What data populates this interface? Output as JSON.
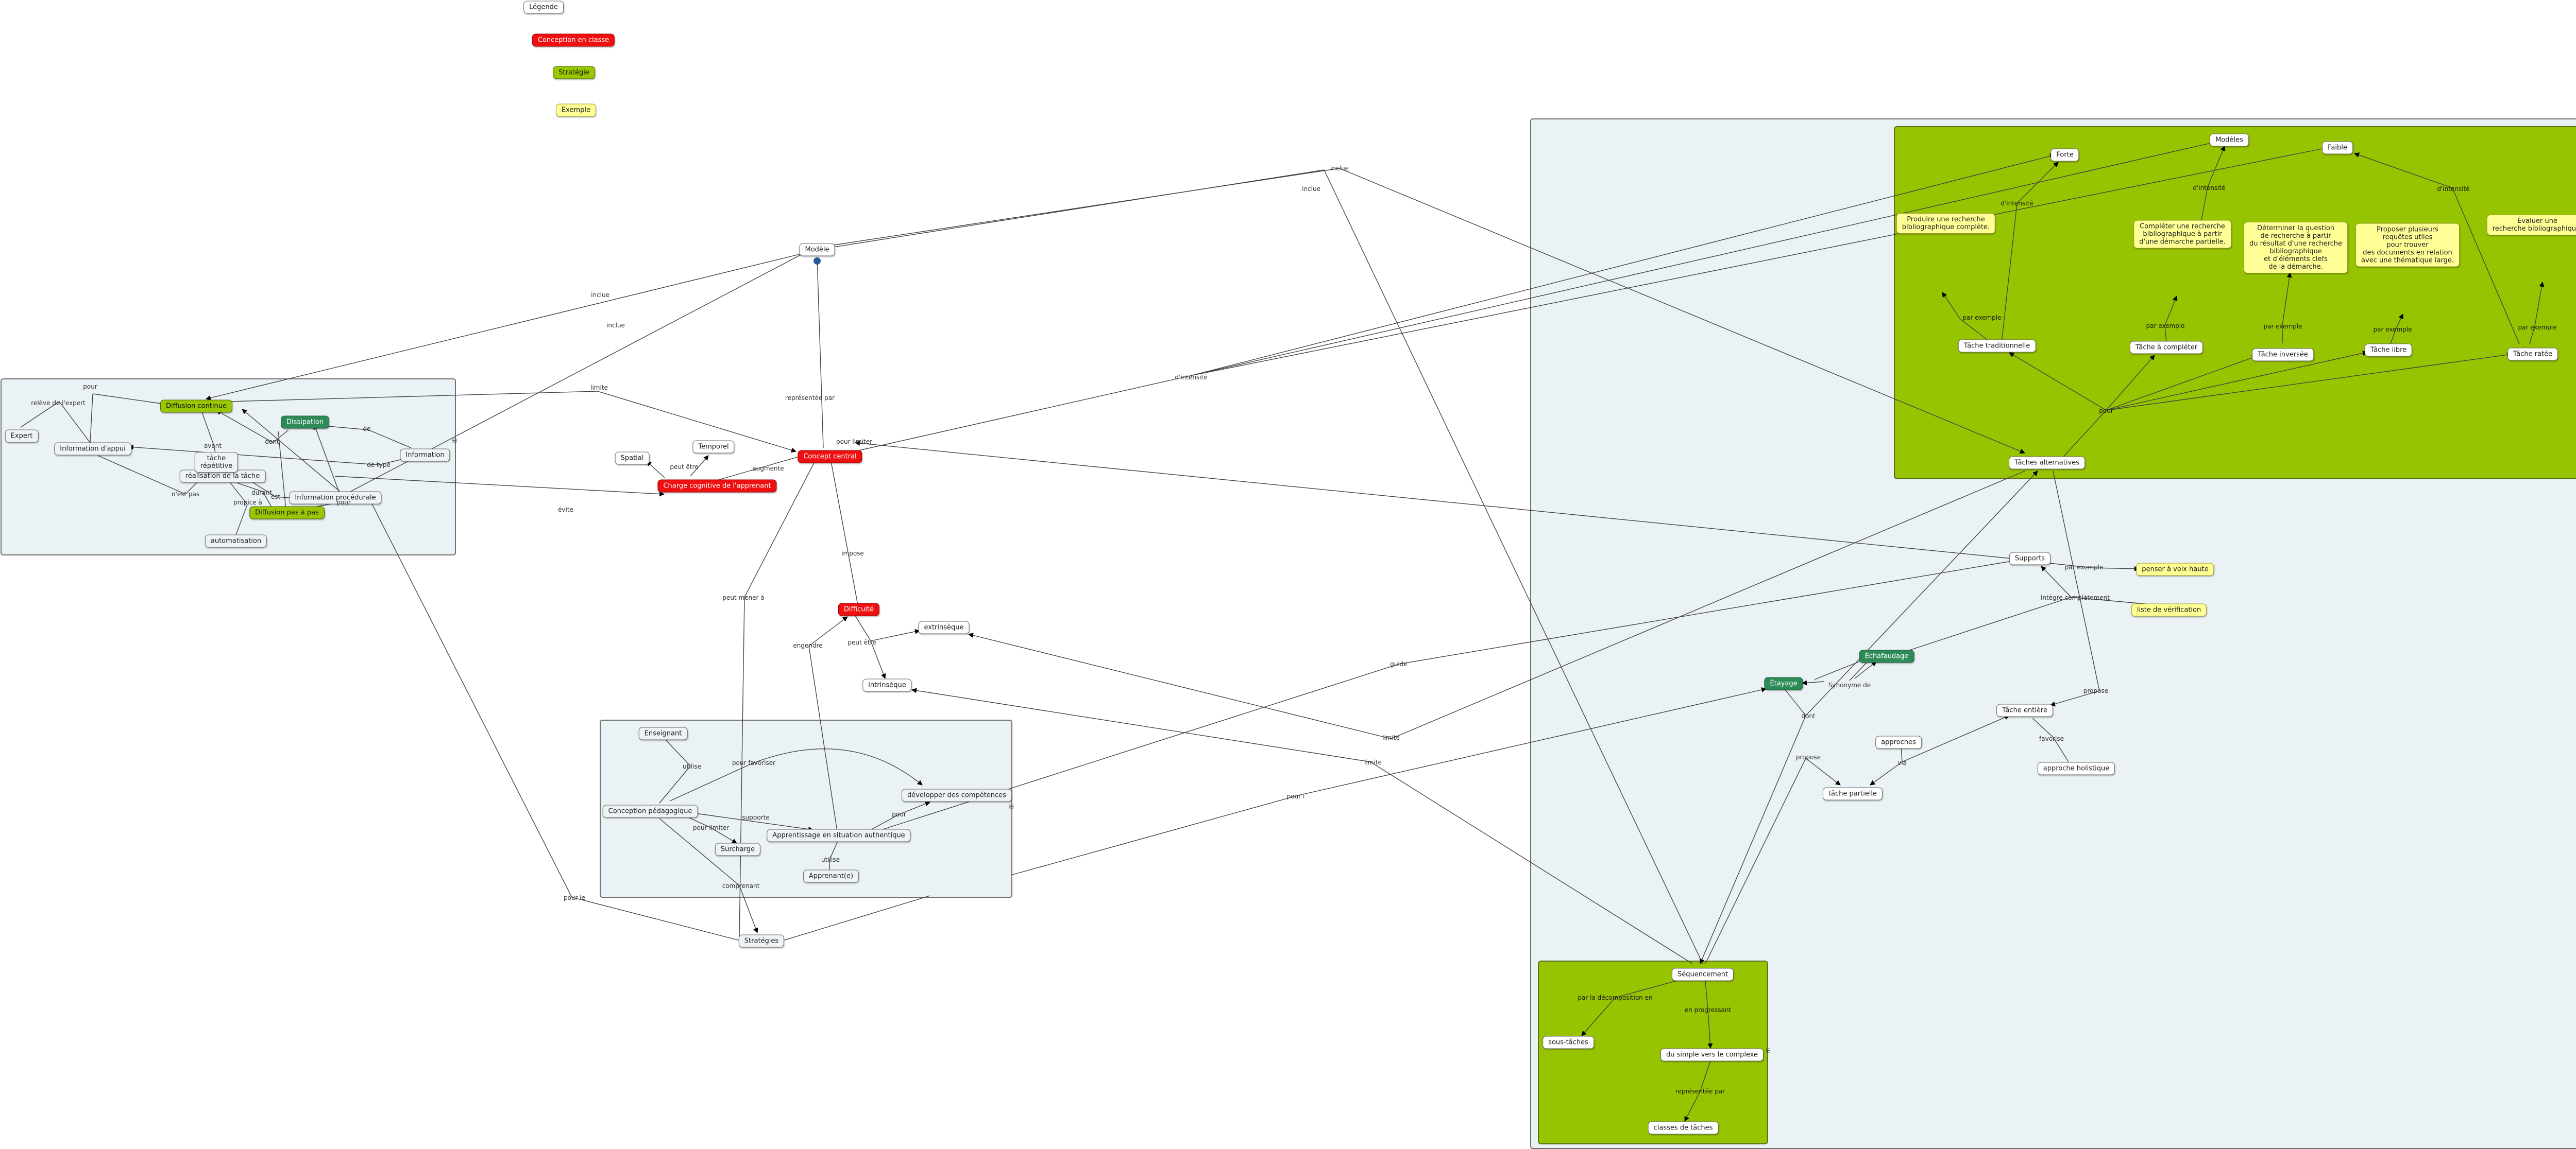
{
  "legend": {
    "title": "Légende",
    "items": [
      "Conception en classe",
      "Stratégie",
      "Exemple"
    ]
  },
  "groups": {
    "collapse_symbol": "⊟"
  },
  "nodes": {
    "modele": "Modèle",
    "modele_badge": "▦",
    "concept_central": "Concept central",
    "temporel": "Temporel",
    "spatial": "Spatial",
    "charge_cognitive": "Charge cognitive de l'apprenant",
    "difficulte": "Difficulté",
    "extrinseque": "extrinsèque",
    "intrinseque": "intrinsèque",
    "diffusion_continue": "Diffusion continue",
    "dissipation": "Dissipation",
    "expert": "Expert",
    "information_appui": "Information d'appui",
    "information": "Information",
    "realisation_tache": "réalisation de la tâche",
    "tache_repetitive": "tâche\nrépétitive",
    "diffusion_pas": "Diffusion pas à pas",
    "information_procedurale": "Information procédurale",
    "automatisation": "automatisation",
    "enseignant": "Enseignant",
    "developper_competences": "développer des compétences",
    "conception_pedagogique": "Conception pédagogique",
    "apprentissage_situation": "Apprentissage en situation authentique",
    "surcharge": "Surcharge",
    "apprenants": "Apprenant(e)",
    "strategies": "Stratégies",
    "modeles": "Modèles",
    "forte": "Forte",
    "faible": "Faible",
    "ex_recherche_complete": "Produire une recherche\nbibliographique complète.",
    "ex_completer": "Compléter une recherche\nbibliographique à partir\nd'une démarche partielle.",
    "ex_determiner": "Déterminer la question\nde recherche à partir\ndu résultat d'une recherche\nbibliographique\net d'éléments clefs\nde la démarche.",
    "ex_proposer": "Proposer plusieurs\nrequêtes utiles\npour trouver\ndes documents en relation\navec une thématique large.",
    "ex_evaluer": "Évaluer une\nrecherche bibliographique.",
    "tache_traditionnelle": "Tâche traditionnelle",
    "tache_completer": "Tâche à compléter",
    "tache_inversee": "Tâche inversée",
    "tache_libre": "Tâche libre",
    "tache_ratee": "Tâche ratée",
    "taches_alternatives": "Tâches alternatives",
    "supports": "Supports",
    "penser_voix": "penser à voix haute",
    "liste_verification": "liste de vérification",
    "etayage": "Étayage",
    "echafaudage": "Échafaudage",
    "tache_entiere": "Tâche entière",
    "approche_holistique": "approche holistique",
    "approches": "approches",
    "tache_partielle": "tâche partielle",
    "sequencement": "Séquencement",
    "sous_taches": "sous-tâches",
    "simple_complexe": "du simple vers le complexe",
    "classes_taches": "classes de tâches"
  },
  "edge_labels": {
    "inclue_1": "inclue",
    "inclue_2": "inclue",
    "inclue_3": "inclue",
    "inclue_4": "inclue",
    "limite_1": "limite",
    "limite_2": "limite",
    "limite_3": "limite",
    "represente_par": "représentée par",
    "d_intensite_main": "d'intensité",
    "pour_limiter_1": "pour limiter",
    "peut_etre_1": "peut être",
    "augmente": "augmente",
    "evite": "évite",
    "impose": "impose",
    "engendre": "engendre",
    "peut_etre_2": "peut être",
    "peut_mener": "peut mener à",
    "guide": "guide",
    "pour_i": "pour  i",
    "pour_le": "pour le",
    "pour_1": "pour",
    "releve": "relève de l'expert",
    "avant": "avant",
    "dont": "dont",
    "de": "de",
    "de_type": "de type",
    "durant": "durant",
    "pour_2": "pour",
    "est": "est",
    "n_est_pas": "n'est pas",
    "propice": "propice  à",
    "utilise": "utilise",
    "pour_favoriser": "pour   favoriser",
    "supporte": "supporte",
    "pour_3": "pour",
    "pour_limiter_2": "pour limiter",
    "utilise_2": "utilise",
    "comprenant": "comprenant",
    "d_intensite_1": "d'intensité",
    "d_intensite_2": "d'intensité",
    "d_intensite_3": "d'intensité",
    "par_exemple_1": "par exemple",
    "par_exemple_2": "par exemple",
    "par_exemple_3": "par exemple",
    "par_exemple_4": "par exemple",
    "par_exemple_5": "par exemple",
    "pour_4": "pour",
    "par_exemple_6": "par exemple",
    "integre": "intègre  complètement",
    "synonyme": "Synonyme de",
    "dont_2": "dont",
    "propose_1": "propose",
    "propose_2": "propose",
    "favorise": "favorise",
    "via": "via",
    "par_decomposition": "par la décomposition en",
    "en_progressant": "en progressant",
    "represente_par_2": "représentée par"
  },
  "colors": {
    "red": "#ee1010",
    "green": "#99c701",
    "dark_green": "#2e8b57",
    "yellow": "#ffff96",
    "group_bg": "#ebf2f5"
  }
}
